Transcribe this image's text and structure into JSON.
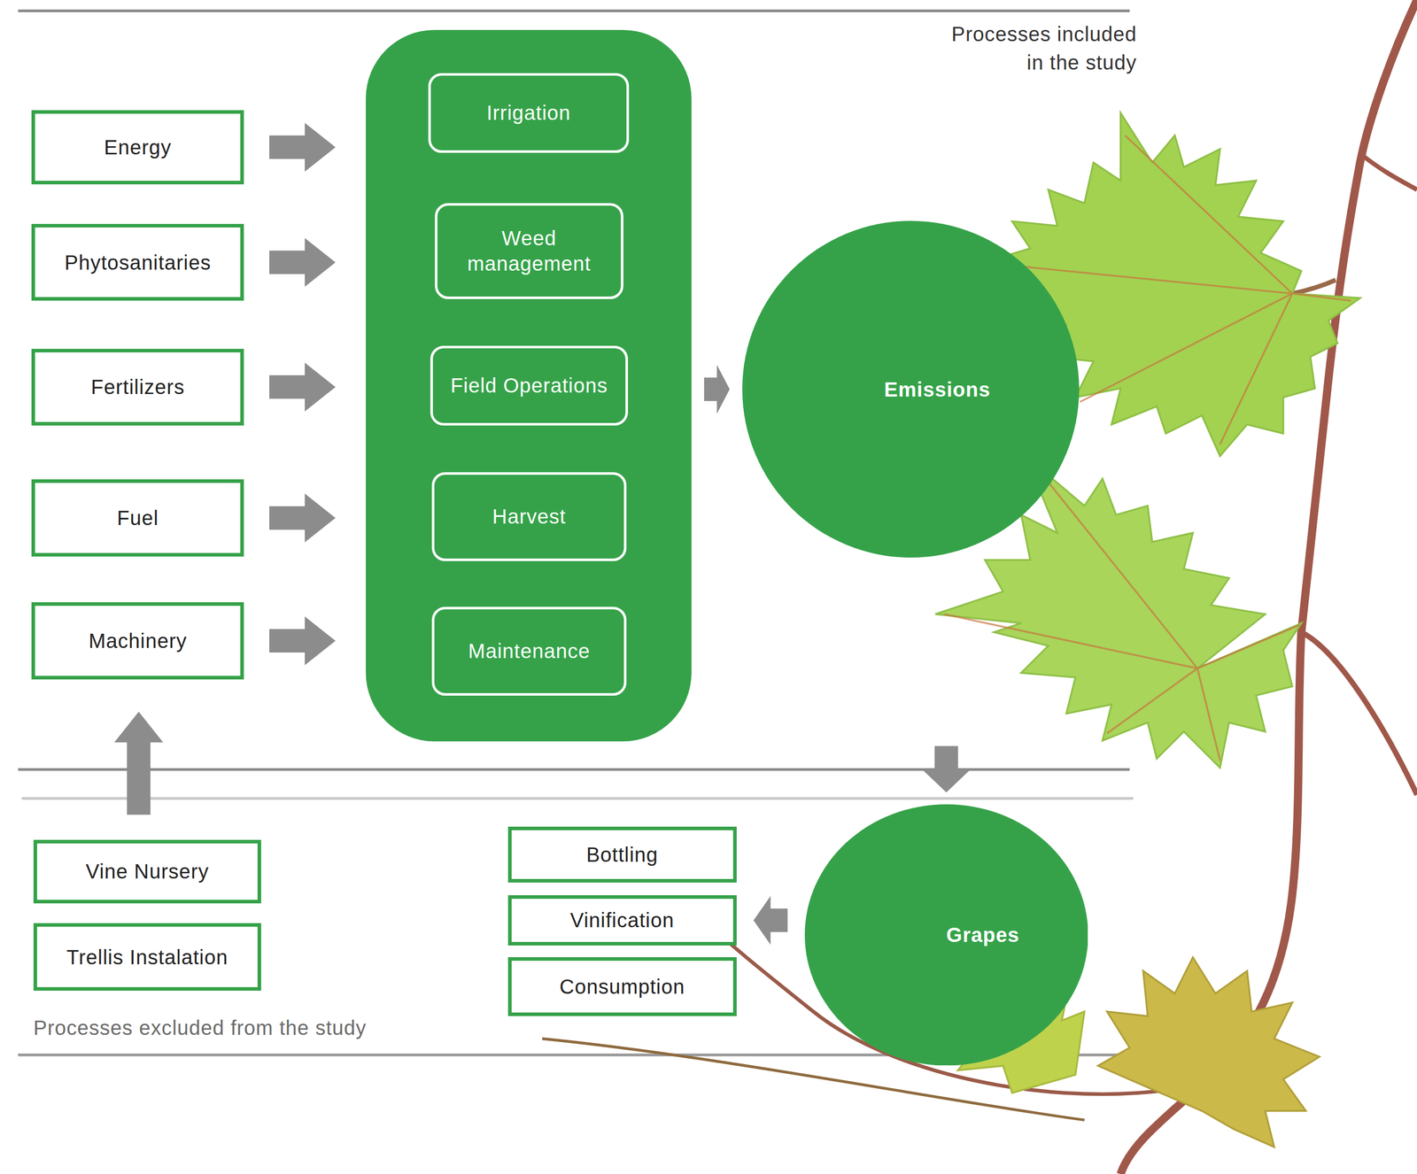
{
  "diagram": {
    "nodes": [
      {
        "text": [
          "Energy"
        ]
      },
      {
        "text": [
          "Phytosanitaries"
        ]
      },
      {
        "text": [
          "Fertilizers"
        ]
      },
      {
        "text": [
          "Fuel"
        ]
      },
      {
        "text": [
          "Machinery"
        ]
      },
      {
        "text": []
      },
      {
        "text": [
          "Irrigation"
        ],
        "in": 5
      },
      {
        "text": [
          "Weed management"
        ],
        "in": 5
      },
      {
        "text": [
          "Field Operations"
        ],
        "in": 5
      },
      {
        "text": [
          "Harvest"
        ],
        "in": 5
      },
      {
        "text": [
          "Maintenance"
        ],
        "in": 5
      },
      {
        "text": [
          "Emissions"
        ]
      },
      {
        "text": [
          "Vine Nursery"
        ]
      },
      {
        "text": [
          "Trellis Instalation"
        ]
      },
      {
        "text": [
          "Bottling"
        ]
      },
      {
        "text": [
          "Vinification"
        ]
      },
      {
        "text": [
          "Consumption"
        ]
      },
      {
        "text": [
          "Grapes"
        ]
      }
    ],
    "edges": [
      {
        "from": 0,
        "to": 5,
        "arrow": "to"
      },
      {
        "from": 1,
        "to": 5,
        "arrow": "to"
      },
      {
        "from": 2,
        "to": 5,
        "arrow": "to"
      },
      {
        "from": 3,
        "to": 5,
        "arrow": "to"
      },
      {
        "from": 4,
        "to": 5,
        "arrow": "to"
      },
      {
        "from": 5,
        "to": 11,
        "arrow": "to"
      },
      {
        "from": 5,
        "to": 17,
        "arrow": "to"
      },
      {
        "from": 17,
        "to": 15,
        "arrow": "to"
      },
      {
        "from": 12,
        "to": 4,
        "arrow": "to"
      }
    ],
    "labels": [
      "Processes included in the study",
      "Processes excluded from the study"
    ]
  }
}
